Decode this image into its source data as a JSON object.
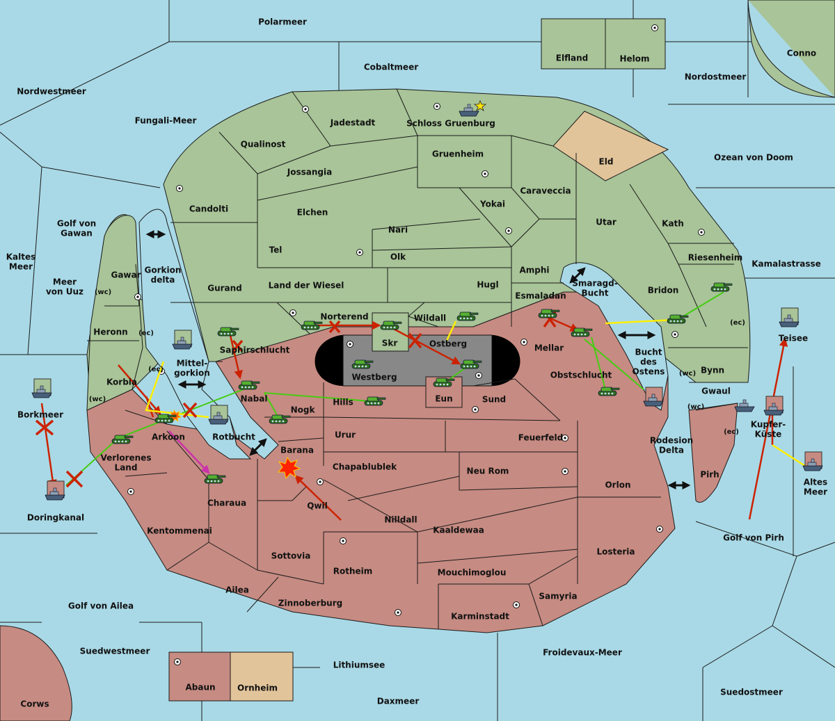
{
  "colors": {
    "sea": "#a9d9e6",
    "green": "#a8c498",
    "red": "#c68b82",
    "neutral": "#e2c49a",
    "impassable": "#888888",
    "order_move": "#cc2200",
    "order_support": "#44cc11",
    "order_hold_support": "#ffee00",
    "order_convoy": "#cc33aa"
  },
  "seas": {
    "polarmeer": "Polarmeer",
    "cobaltmeer": "Cobaltmeer",
    "nordwestmeer": "Nordwestmeer",
    "nordostmeer": "Nordostmeer",
    "conno": "Conno",
    "fungali": "Fungali-Meer",
    "ozean_doom": "Ozean von Doom",
    "golf_gawan_1": "Golf von",
    "golf_gawan_2": "Gawan",
    "kaltes_1": "Kaltes",
    "kaltes_2": "Meer",
    "meer_uuz_1": "Meer",
    "meer_uuz_2": "von Uuz",
    "kamalastrasse": "Kamalastrasse",
    "gorkion_delta_1": "Gorkion",
    "gorkion_delta_2": "delta",
    "smaragd_1": "Smaragd-",
    "smaragd_2": "Bucht",
    "bucht_ostens_1": "Bucht",
    "bucht_ostens_2": "des",
    "bucht_ostens_3": "Ostens",
    "mittel_1": "Mittel-",
    "mittel_2": "gorkion",
    "rotbucht": "Rotbucht",
    "borkmeer": "Borkmeer",
    "doringkanal": "Doringkanal",
    "rodesion_1": "Rodesion",
    "rodesion_2": "Delta",
    "teisee": "Teisee",
    "kupfer_1": "Kupfer-",
    "kupfer_2": "Küste",
    "altes_1": "Altes",
    "altes_2": "Meer",
    "golf_pirh": "Golf von Pirh",
    "golf_ailea": "Golf von Ailea",
    "suedwestmeer": "Suedwestmeer",
    "lithiumsee": "Lithiumsee",
    "froidevaux": "Froidevaux-Meer",
    "suedostmeer": "Suedostmeer",
    "daxmeer": "Daxmeer",
    "corws": "Corws"
  },
  "green_lands": {
    "elfland": "Elfland",
    "helom": "Helom",
    "jadestadt": "Jadestadt",
    "schloss": "Schloss Gruenburg",
    "qualinost": "Qualinost",
    "jossangia": "Jossangia",
    "gruenheim": "Gruenheim",
    "candolti": "Candolti",
    "elchen": "Elchen",
    "caraveccia": "Caraveccia",
    "yokai": "Yokai",
    "utar": "Utar",
    "kath": "Kath",
    "nari": "Nari",
    "tel": "Tel",
    "olk": "Olk",
    "amphi": "Amphi",
    "riesenheim": "Riesenheim",
    "gurand": "Gurand",
    "land_wiesel": "Land der Wiesel",
    "hugl": "Hugl",
    "bridon": "Bridon",
    "esmaladan": "Esmaladan",
    "gawar": "Gawar",
    "norterend": "Norterend",
    "wildall": "Wildall",
    "heronn": "Heronn",
    "skr": "Skr",
    "saphirschlucht": "Saphirschlucht",
    "korbia": "Korbia",
    "arkoon": "Arkoon",
    "bynn": "Bynn"
  },
  "neutral_lands": {
    "eld": "Eld",
    "ornheim": "Ornheim"
  },
  "impassable": {
    "westberg": "Westberg",
    "ostberg": "Ostberg"
  },
  "red_lands": {
    "mellar": "Mellar",
    "obstschlucht": "Obstschlucht",
    "gwaul": "Gwaul",
    "nabal": "Nabal",
    "nogk": "Nogk",
    "hills": "Hills",
    "eun": "Eun",
    "sund": "Sund",
    "urur": "Urur",
    "feuerfeld": "Feuerfeld",
    "barana": "Barana",
    "chapa": "Chapablublek",
    "neu_rom": "Neu Rom",
    "orlon": "Orlon",
    "pirh": "Pirh",
    "verlorenes_1": "Verlorenes",
    "verlorenes_2": "Land",
    "charaua": "Charaua",
    "qwil": "Qwil",
    "nilldall": "Nilldall",
    "kaaldewaa": "Kaaldewaa",
    "kentommenai": "Kentommenai",
    "losteria": "Losteria",
    "sottovia": "Sottovia",
    "rotheim": "Rotheim",
    "mouchimoglou": "Mouchimoglou",
    "ailea": "Ailea",
    "samyria": "Samyria",
    "zinnoberburg": "Zinnoberburg",
    "karminstadt": "Karminstadt",
    "abaun": "Abaun"
  },
  "coasts": {
    "wc_gawar": "(wc)",
    "ec_heronn": "(ec)",
    "ec_korbia": "(ec)",
    "wc_korbia": "(wc)",
    "ec_bridon": "(ec)",
    "wc_bynn": "(wc)",
    "wc_gwaul": "(wc)",
    "ec_gwaul": "(ec)"
  },
  "icons": {
    "army": "tank-icon",
    "fleet": "battleship-icon",
    "supply_center": "supply-center-icon",
    "capital": "star-icon",
    "conflict": "explosion-icon"
  }
}
